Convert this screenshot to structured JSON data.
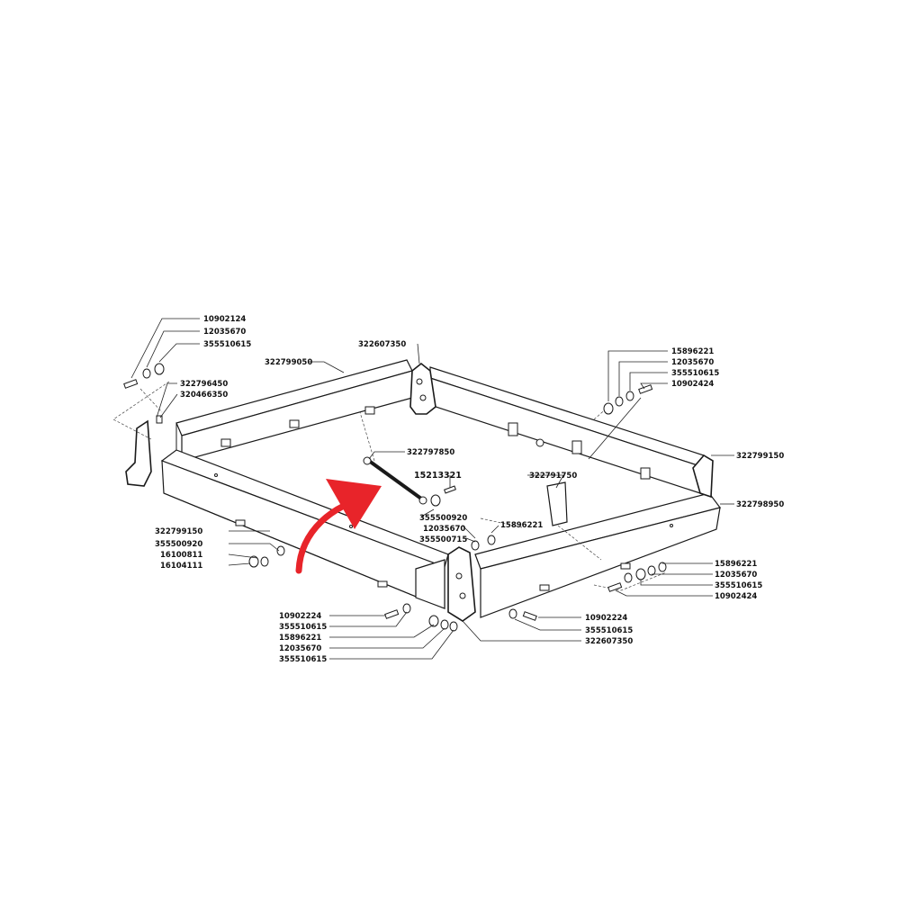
{
  "accent_color": "#e8242a",
  "parts": {
    "p10902124": "10902124",
    "p12035670_tl": "12035670",
    "p355510615_tl": "355510615",
    "p322796450": "322796450",
    "p320466350": "320466350",
    "p322799050": "322799050",
    "p322607350_top": "322607350",
    "p15896221_tr": "15896221",
    "p12035670_tr": "12035670",
    "p355510615_tr": "355510615",
    "p10902424_tr": "10902424",
    "p322799150_r": "322799150",
    "p322798950": "322798950",
    "p322797850": "322797850",
    "p15213321": "15213321",
    "p322791750": "322791750",
    "p355500920_c": "355500920",
    "p12035670_c": "12035670",
    "p15896221_c": "15896221",
    "p355500715": "355500715",
    "p322799150_l": "322799150",
    "p355500920_l": "355500920",
    "p16100811": "16100811",
    "p16104111": "16104111",
    "p15896221_br": "15896221",
    "p12035670_br": "12035670",
    "p355510615_br": "355510615",
    "p10902424_br": "10902424",
    "p10902224_bl": "10902224",
    "p355510615_bl1": "355510615",
    "p15896221_bl": "15896221",
    "p12035670_bl": "12035670",
    "p355510615_bl2": "355510615",
    "p10902224_bc": "10902224",
    "p355510615_bc": "355510615",
    "p322607350_bot": "322607350"
  }
}
